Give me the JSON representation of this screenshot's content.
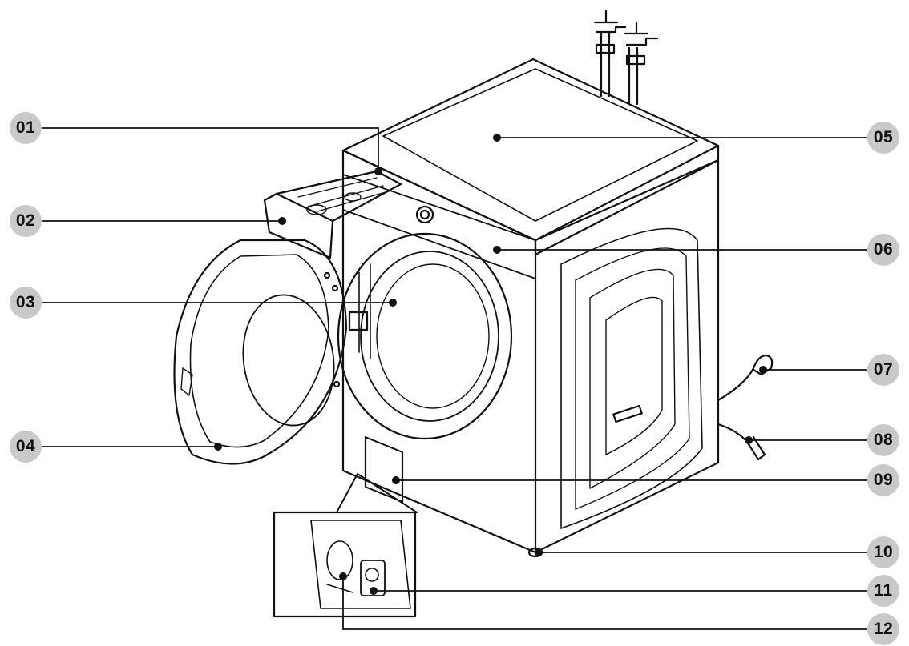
{
  "callouts": [
    {
      "id": "01",
      "label": "01"
    },
    {
      "id": "02",
      "label": "02"
    },
    {
      "id": "03",
      "label": "03"
    },
    {
      "id": "04",
      "label": "04"
    },
    {
      "id": "05",
      "label": "05"
    },
    {
      "id": "06",
      "label": "06"
    },
    {
      "id": "07",
      "label": "07"
    },
    {
      "id": "08",
      "label": "08"
    },
    {
      "id": "09",
      "label": "09"
    },
    {
      "id": "10",
      "label": "10"
    },
    {
      "id": "11",
      "label": "11"
    },
    {
      "id": "12",
      "label": "12"
    }
  ],
  "colors": {
    "line": "#111111",
    "badge": "#c9c9c9",
    "shade": "#f2f2f2"
  }
}
